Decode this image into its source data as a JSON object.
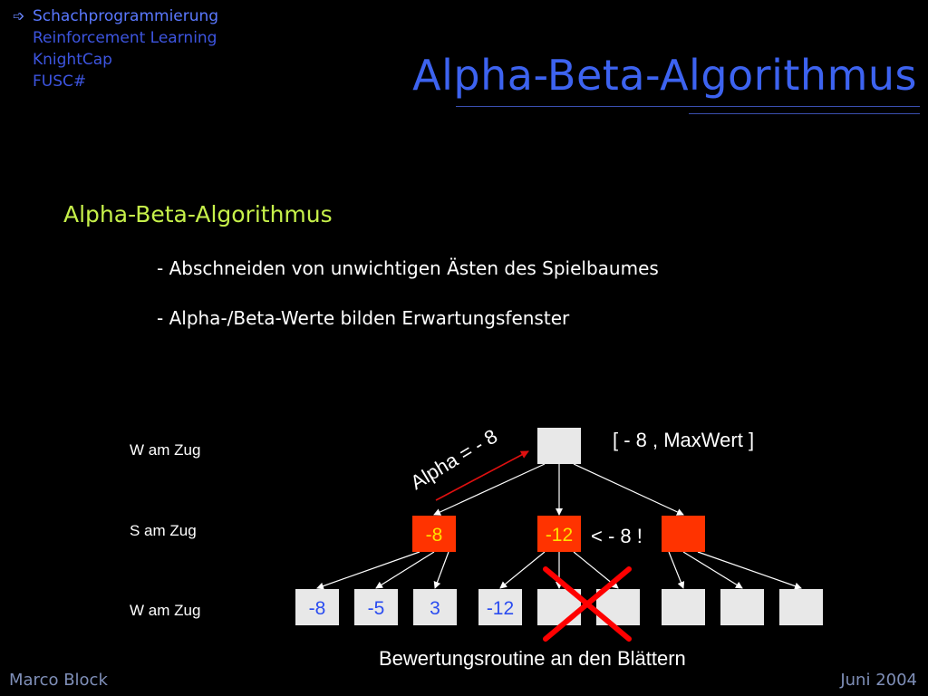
{
  "nav": {
    "items": [
      {
        "label": "Schachprogrammierung",
        "active": true,
        "icon": "arrow-right-icon"
      },
      {
        "label": "Reinforcement Learning",
        "active": false
      },
      {
        "label": "KnightCap",
        "active": false
      },
      {
        "label": "FUSC#",
        "active": false
      }
    ],
    "arrow_glyph": "➩"
  },
  "title": "Alpha-Beta-Algorithmus",
  "subtitle": "Alpha-Beta-Algorithmus",
  "bullets": [
    "- Abschneiden von unwichtigen Ästen des Spielbaumes",
    "- Alpha-/Beta-Werte bilden Erwartungsfenster"
  ],
  "diagram": {
    "turn_labels": [
      "W am Zug",
      "S am Zug",
      "W am Zug"
    ],
    "root": {
      "label": ""
    },
    "middle_nodes": [
      {
        "label": "-8"
      },
      {
        "label": "-12"
      },
      {
        "label": ""
      }
    ],
    "leaves": [
      {
        "label": "-8",
        "parent": 0
      },
      {
        "label": "-5",
        "parent": 0
      },
      {
        "label": "3",
        "parent": 0
      },
      {
        "label": "-12",
        "parent": 1
      },
      {
        "label": "",
        "parent": 1,
        "pruned": true
      },
      {
        "label": "",
        "parent": 1,
        "pruned": true
      },
      {
        "label": "",
        "parent": 2
      },
      {
        "label": "",
        "parent": 2
      },
      {
        "label": "",
        "parent": 2
      }
    ],
    "alpha_label": "Alpha = - 8",
    "window_label": "[ - 8 , MaxWert ]",
    "cut_label": "< - 8 !",
    "leaf_caption": "Bewertungsroutine an den Blättern",
    "colors": {
      "leaf_fill": "#e8e8e8",
      "middle_fill": "#ff3300",
      "leaf_text": "#2a4cf0",
      "middle_text": "#ffe000",
      "alpha_arrow": "#e01010",
      "cross": "#ff0000"
    }
  },
  "footer": {
    "author": "Marco Block",
    "date": "Juni 2004"
  }
}
